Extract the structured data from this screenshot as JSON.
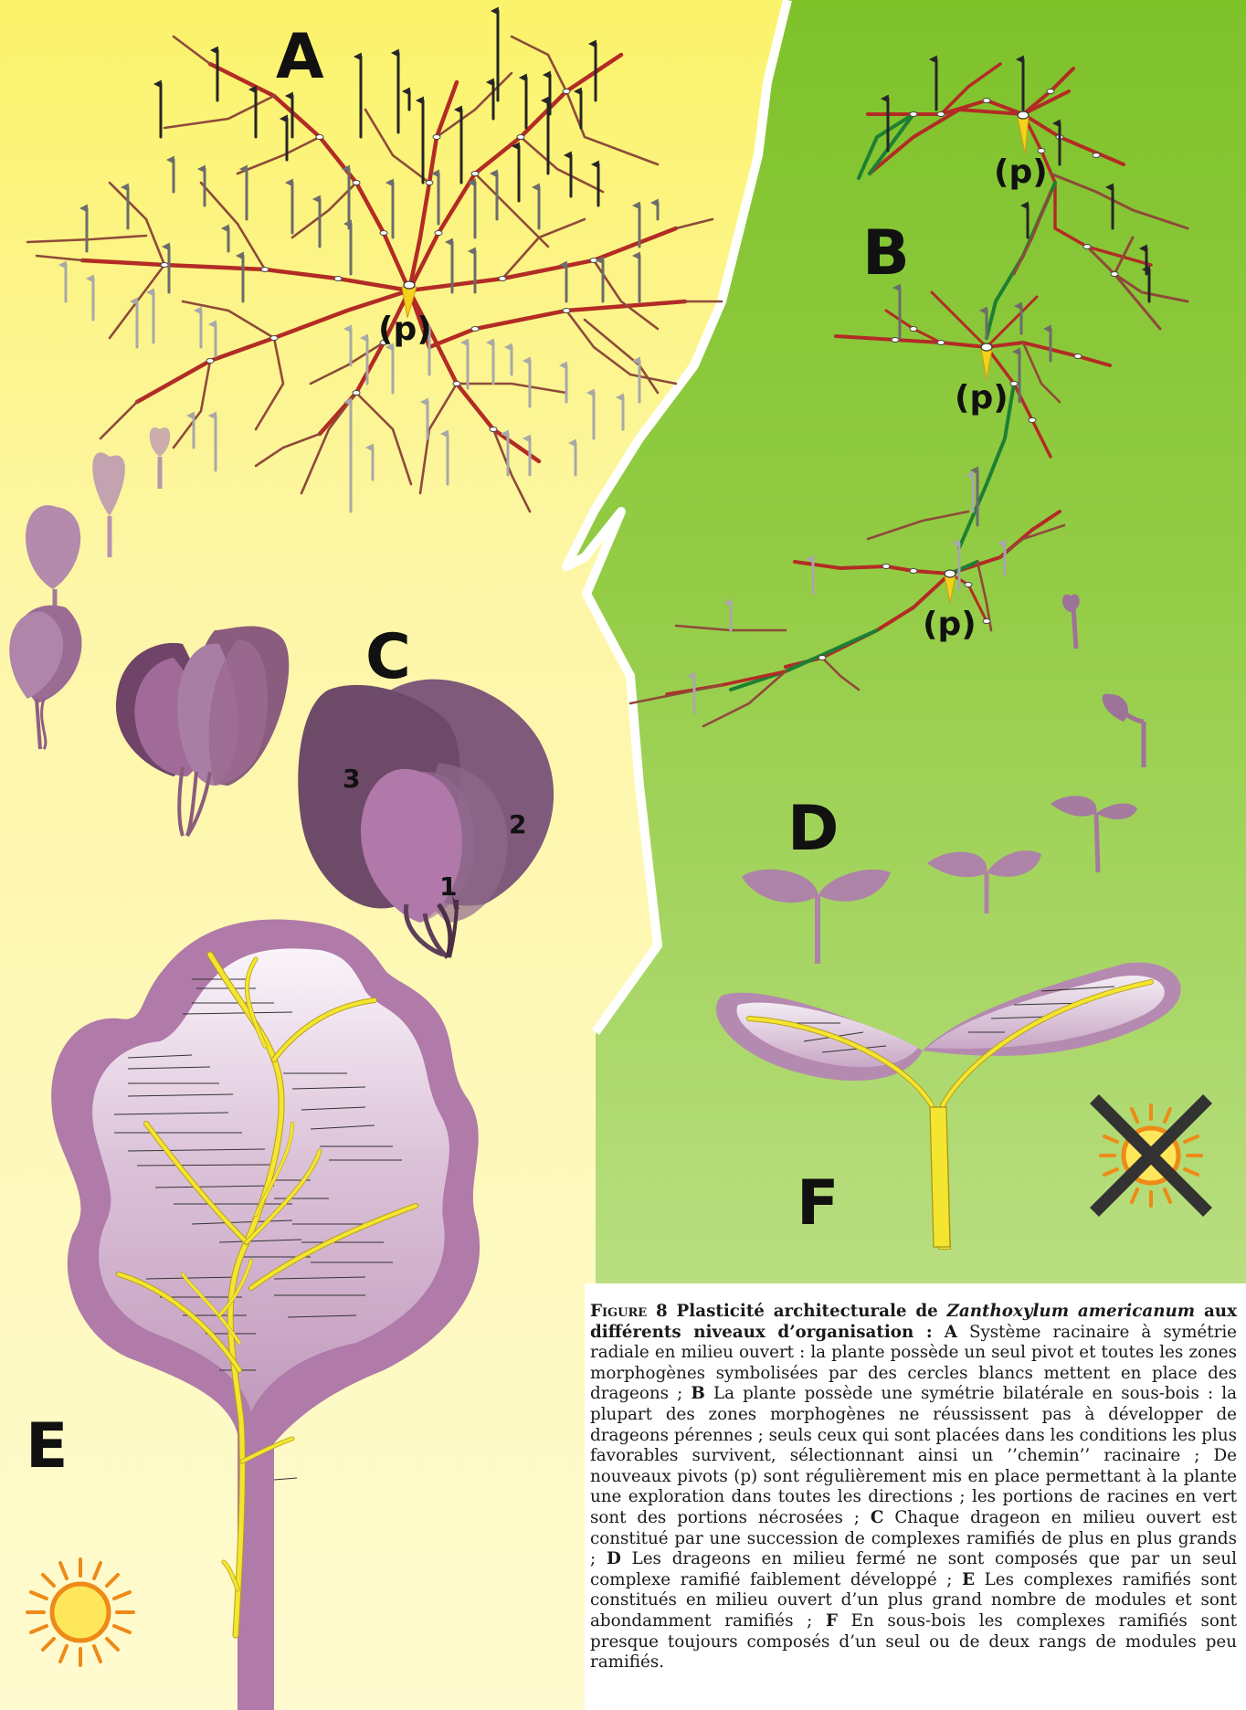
{
  "panels": {
    "a": "A",
    "b": "B",
    "c": "C",
    "d": "D",
    "e": "E",
    "f": "F"
  },
  "pivot_label": "(p)",
  "complex_numbers": [
    "1",
    "2",
    "3"
  ],
  "colors": {
    "open_bg_top": "#fbf36a",
    "open_bg_bottom": "#fffbd0",
    "shade_bg_top": "#7ec22a",
    "shade_bg_bottom": "#b7dd7c",
    "root_red": "#b32b25",
    "root_brown": "#8f4a3a",
    "root_necrosed_green": "#1e7f33",
    "sucker_arrow_dark": "#222222",
    "sucker_arrow_light": "#aaaaaa",
    "leaf_purple": "#a8719f",
    "leaf_dark": "#6f4a6c",
    "vein_yellow": "#f4e530",
    "sun_orange": "#ee8a17",
    "sun_yellow": "#fee75a"
  },
  "icons": [
    "sun-icon",
    "sun-crossed-icon",
    "yellow-pivot-arrow-icon"
  ],
  "caption": {
    "fig_word": "Figure",
    "fig_number": "8",
    "title_start": "Plasticité architecturale de",
    "species": "Zanthoxylum americanum",
    "title_end": "aux différents niveaux d’organisation :",
    "items": [
      {
        "letter": "A",
        "text": "Système racinaire à symétrie radiale en milieu ouvert : la plante possède un seul pivot et toutes les zones morphogènes symbolisées par des cercles blancs mettent en place des drageons ;"
      },
      {
        "letter": "B",
        "text": "La plante possède une symétrie bilatérale en sous-bois : la plupart des zones morphogènes ne réussissent pas à développer de drageons pérennes ; seuls ceux qui sont placées dans les conditions les plus favorables survivent, sélectionnant ainsi un ’’chemin’’ racinaire ; De nouveaux pivots (p) sont régulièrement mis en place permettant  à la plante une exploration dans toutes les directions ; les portions de racines en vert sont des portions nécrosées ;"
      },
      {
        "letter": "C",
        "text": "Chaque drageon en milieu ouvert est constitué par une succession de complexes ramifiés de plus en plus grands ;"
      },
      {
        "letter": "D",
        "text": "Les drageons en milieu fermé ne sont composés que par un seul complexe ramifié faiblement développé ;"
      },
      {
        "letter": "E",
        "text": "Les complexes ramifiés sont constitués en milieu ouvert d’un plus grand nombre de modules et sont abondamment ramifiés ;"
      },
      {
        "letter": "F",
        "text": "En sous-bois les complexes ramifiés sont presque toujours composés d’un seul ou de deux rangs de modules peu ramifiés."
      }
    ]
  }
}
